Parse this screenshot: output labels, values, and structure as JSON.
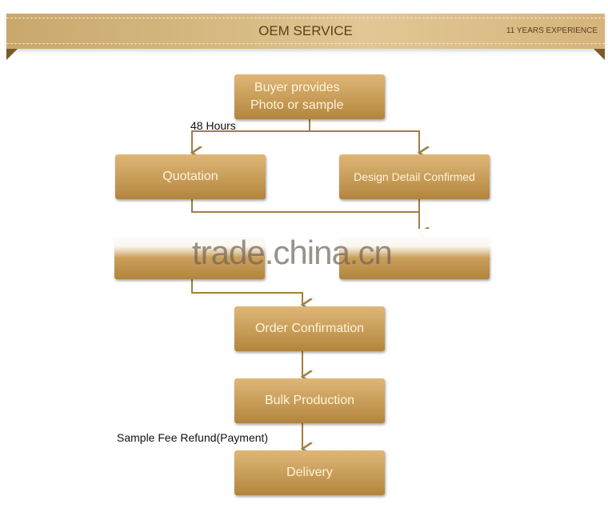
{
  "banner": {
    "title": "OEM SERVICE",
    "subtitle": "11 YEARS EXPERIENCE"
  },
  "steps": {
    "buyer": [
      "Buyer provides",
      "Photo or sample"
    ],
    "quotation": "Quotation",
    "design": "Design Detail Confirmed",
    "order": "Order Confirmation",
    "bulk": "Bulk Production",
    "delivery": "Delivery"
  },
  "labels": {
    "hours": "48 Hours",
    "refund": "Sample Fee Refund(Payment)"
  },
  "watermark": "trade.china.cn",
  "colors": {
    "line": "#a08040",
    "box_top": "#deb677",
    "box_bottom": "#b3843e"
  }
}
